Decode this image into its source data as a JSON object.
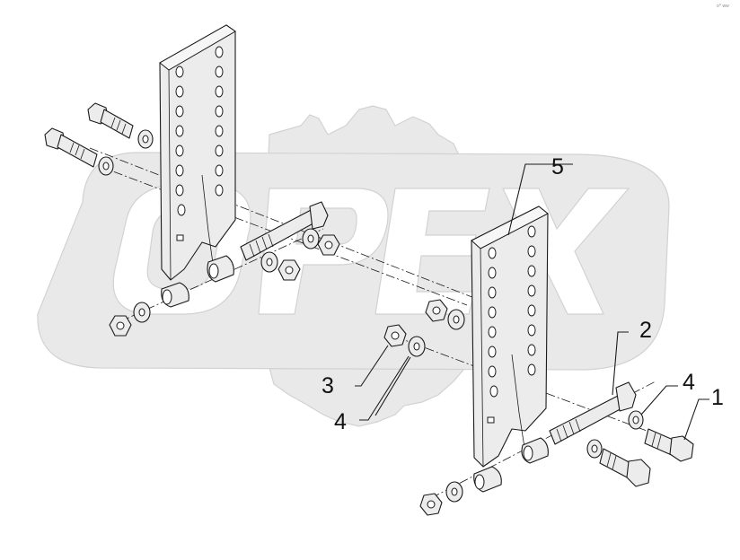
{
  "diagram": {
    "type": "exploded parts drawing",
    "watermark_text": "OPEX",
    "corner_mark": "o^ ww",
    "callouts": [
      {
        "id": "callout-5",
        "label": "5"
      },
      {
        "id": "callout-2",
        "label": "2"
      },
      {
        "id": "callout-3",
        "label": "3"
      },
      {
        "id": "callout-4a",
        "label": "4"
      },
      {
        "id": "callout-4b",
        "label": "4"
      },
      {
        "id": "callout-1",
        "label": "1"
      }
    ]
  }
}
